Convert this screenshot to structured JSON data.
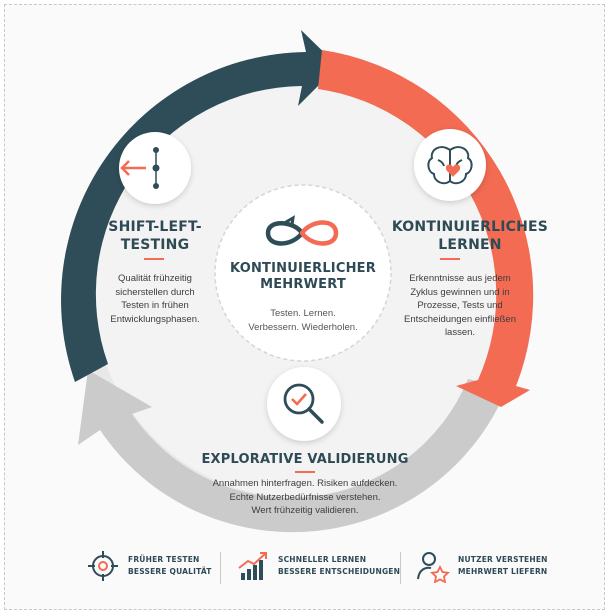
{
  "colors": {
    "dark_teal": "#2e4d58",
    "coral": "#f26b52",
    "grey": "#c9c9c9",
    "background": "#fafafa"
  },
  "center": {
    "title_line1": "KONTINUIERLICHER",
    "title_line2": "MEHRWERT",
    "subtitle_line1": "Testen. Lernen.",
    "subtitle_line2": "Verbessern. Wiederholen.",
    "icon": "infinity-loop-icon"
  },
  "left": {
    "title_line1": "SHIFT-LEFT-",
    "title_line2": "TESTING",
    "text": [
      "Qualität frühzeitig",
      "sicherstellen durch",
      "Testen in frühen",
      "Entwicklungsphasen."
    ],
    "icon": "shift-left-arrow-icon"
  },
  "right": {
    "title_line1": "KONTINUIERLICHES",
    "title_line2": "LERNEN",
    "text": [
      "Erkenntnisse aus jedem",
      "Zyklus gewinnen und in",
      "Prozesse, Tests und",
      "Entscheidungen einfließen",
      "lassen."
    ],
    "icon": "brain-heart-icon"
  },
  "bottom": {
    "title": "EXPLORATIVE VALIDIERUNG",
    "text": [
      "Annahmen hinterfragen. Risiken aufdecken.",
      "Echte Nutzerbedürfnisse verstehen.",
      "Wert frühzeitig validieren."
    ],
    "icon": "magnifier-check-icon"
  },
  "footer": [
    {
      "line1": "FRÜHER TESTEN",
      "line2": "BESSERE QUALITÄT",
      "icon": "target-icon"
    },
    {
      "line1": "SCHNELLER LERNEN",
      "line2": "BESSERE ENTSCHEIDUNGEN",
      "icon": "growth-chart-icon"
    },
    {
      "line1": "NUTZER VERSTEHEN",
      "line2": "MEHRWERT LIEFERN",
      "icon": "user-star-icon"
    }
  ]
}
